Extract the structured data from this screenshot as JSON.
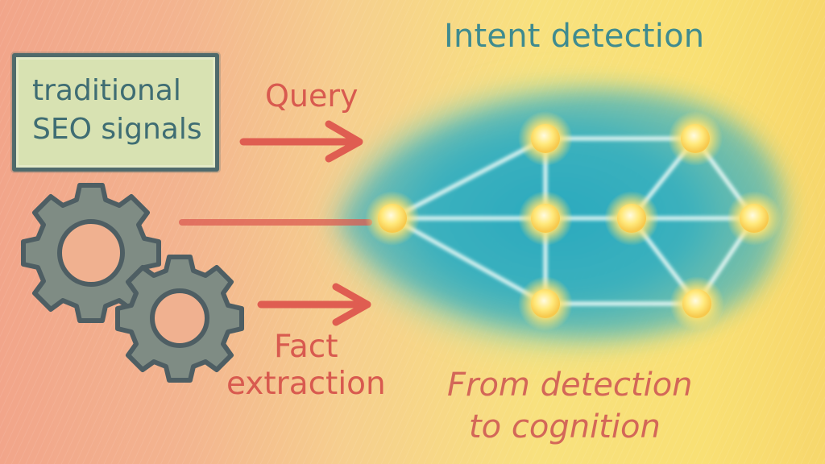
{
  "diagram": {
    "title": "Intent detection",
    "seo_box": {
      "line1": "traditional",
      "line2": "SEO signals"
    },
    "query_label": "Query",
    "fact_label_line1": "Fact",
    "fact_label_line2": "extraction",
    "caption_line1": "From detection",
    "caption_line2": "to cognition"
  },
  "colors": {
    "accent_red": "#d85a4f",
    "teal_text": "#3f8b8f",
    "box_border": "#4f6a6b",
    "network_blue": "#37b3c5",
    "node_yellow": "#ffe36f",
    "gear_gray": "#7c8a84"
  },
  "icons": {
    "gears": "two-gears-icon",
    "arrows": "right-arrow-icon"
  }
}
